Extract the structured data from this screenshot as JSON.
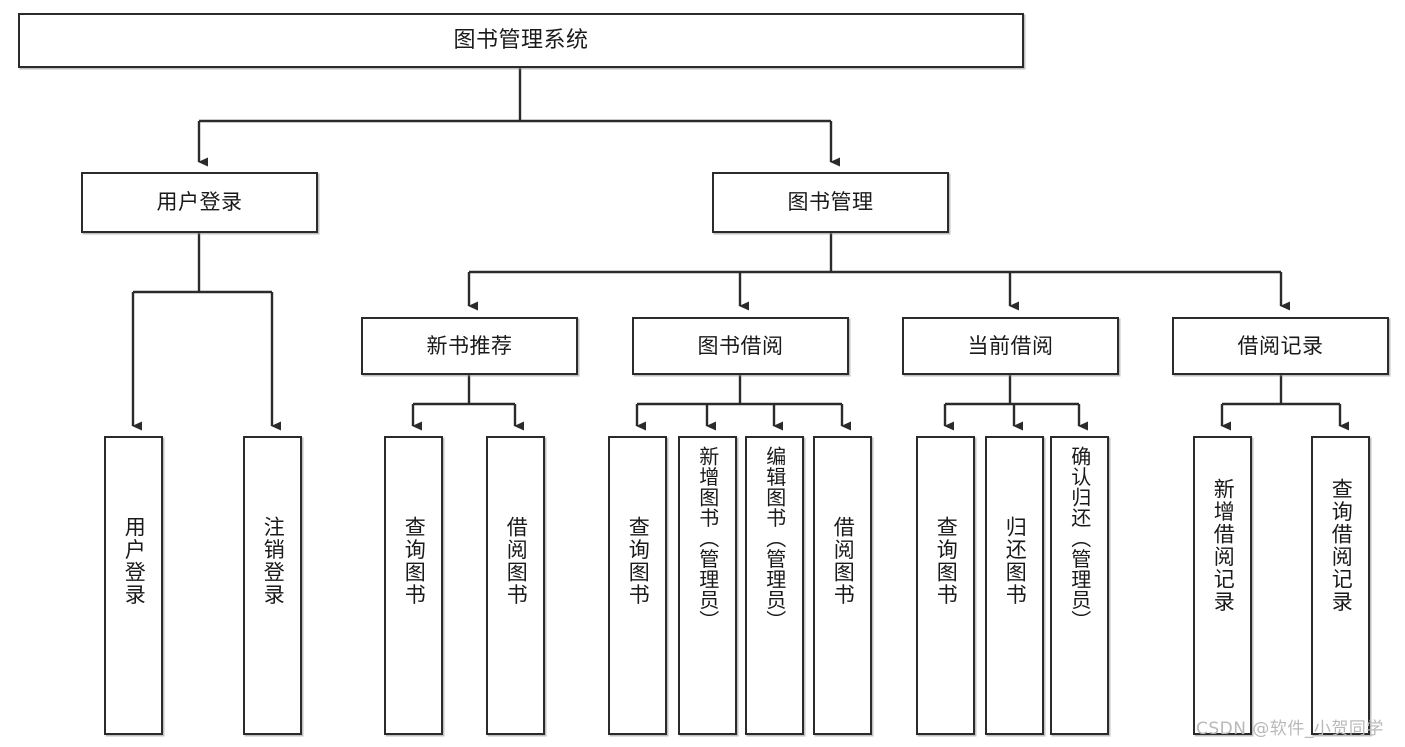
{
  "diagram": {
    "type": "tree",
    "title": "图书管理系统",
    "colors": {
      "border": "#2b2b2b",
      "background": "#ffffff",
      "text": "#1a1a1a",
      "edge": "#2b2b2b",
      "watermark": "#b9b9b9"
    },
    "nodes": {
      "root": {
        "label": "图书管理系统"
      },
      "level1": [
        {
          "id": "user-login",
          "label": "用户登录"
        },
        {
          "id": "book-manage",
          "label": "图书管理"
        }
      ],
      "level2": [
        {
          "id": "new-book-recommend",
          "label": "新书推荐"
        },
        {
          "id": "book-borrow",
          "label": "图书借阅"
        },
        {
          "id": "current-borrow",
          "label": "当前借阅"
        },
        {
          "id": "borrow-record",
          "label": "借阅记录"
        }
      ],
      "leaves": {
        "user_login": [
          {
            "id": "leaf-user-login",
            "label": "用户登录"
          },
          {
            "id": "leaf-logout-login",
            "label": "注销登录"
          }
        ],
        "new_book_recommend": [
          {
            "id": "leaf-query-book-1",
            "label": "查询图书"
          },
          {
            "id": "leaf-borrow-book-1",
            "label": "借阅图书"
          }
        ],
        "book_borrow": [
          {
            "id": "leaf-query-book-2",
            "label": "查询图书"
          },
          {
            "id": "leaf-add-book",
            "label": "新增图书（管理员）"
          },
          {
            "id": "leaf-edit-book",
            "label": "编辑图书（管理员）"
          },
          {
            "id": "leaf-borrow-book-2",
            "label": "借阅图书"
          }
        ],
        "current_borrow": [
          {
            "id": "leaf-query-book-3",
            "label": "查询图书"
          },
          {
            "id": "leaf-return-book",
            "label": "归还图书"
          },
          {
            "id": "leaf-confirm-return",
            "label": "确认归还（管理员）"
          }
        ],
        "borrow_record": [
          {
            "id": "leaf-add-record",
            "label": "新增借阅记录"
          },
          {
            "id": "leaf-query-record",
            "label": "查询借阅记录"
          }
        ]
      }
    },
    "watermark": "CSDN @软件_小贺同学"
  }
}
